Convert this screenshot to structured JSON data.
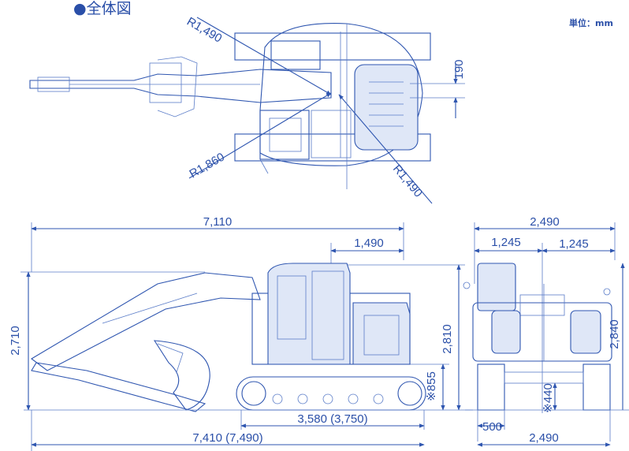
{
  "title": "●全体図",
  "unit_label": "単位：mm",
  "colors": {
    "line": "#2f56b0",
    "text": "#2a4fa8",
    "fill": "#dfe7f7"
  },
  "top_view": {
    "radius_rear_upper": "R1,490",
    "radius_front": "R1,860",
    "radius_rear_lower": "R1,490",
    "offset": "190"
  },
  "side_view": {
    "overall_length": "7,110",
    "rear_length": "1,490",
    "height": "2,710",
    "cab_height": "2,810",
    "clearance": "※855",
    "track_length": "3,580 (3,750)",
    "transport_length": "7,410 (7,490)"
  },
  "front_view": {
    "overall_width": "2,490",
    "half_width_left": "1,245",
    "half_width_right": "1,245",
    "height": "2,840",
    "shoe_width": "500",
    "ground_clearance": "※440",
    "track_width": "2,490"
  }
}
